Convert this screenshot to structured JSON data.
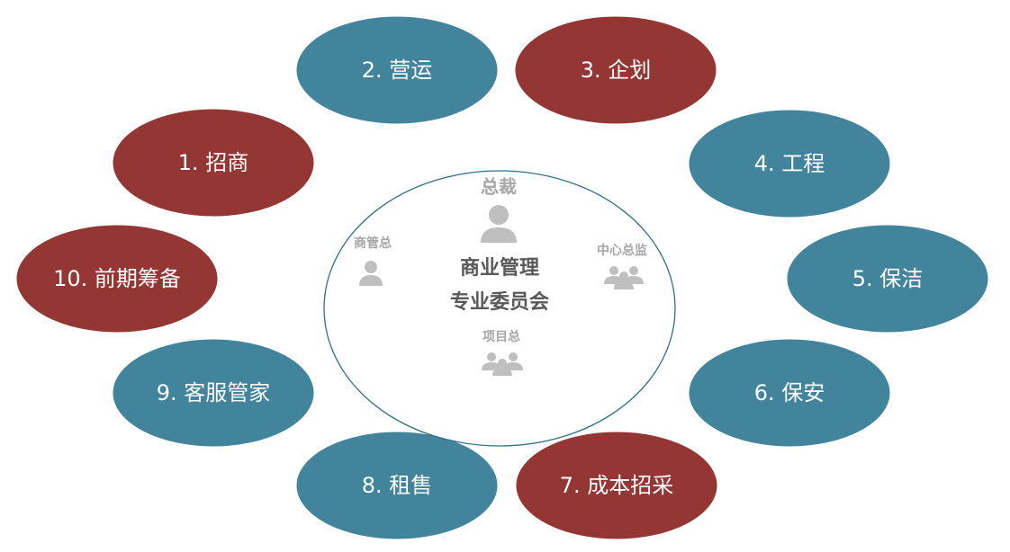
{
  "colors": {
    "red": "#943634",
    "teal": "#41849c",
    "center_stroke": "#31708a"
  },
  "center": {
    "title_line1": "商业管理",
    "title_line2": "专业委员会",
    "roles": {
      "president": "总裁",
      "commerce_head": "商管总",
      "center_director": "中心总监",
      "project_head": "项目总"
    }
  },
  "departments": [
    {
      "label": "1. 招商",
      "color": "red"
    },
    {
      "label": "2. 营运",
      "color": "teal"
    },
    {
      "label": "3. 企划",
      "color": "red"
    },
    {
      "label": "4. 工程",
      "color": "teal"
    },
    {
      "label": "5. 保洁",
      "color": "teal"
    },
    {
      "label": "6. 保安",
      "color": "teal"
    },
    {
      "label": "7. 成本招采",
      "color": "red"
    },
    {
      "label": "8. 租售",
      "color": "teal"
    },
    {
      "label": "9. 客服管家",
      "color": "teal"
    },
    {
      "label": "10. 前期筹备",
      "color": "red"
    }
  ]
}
